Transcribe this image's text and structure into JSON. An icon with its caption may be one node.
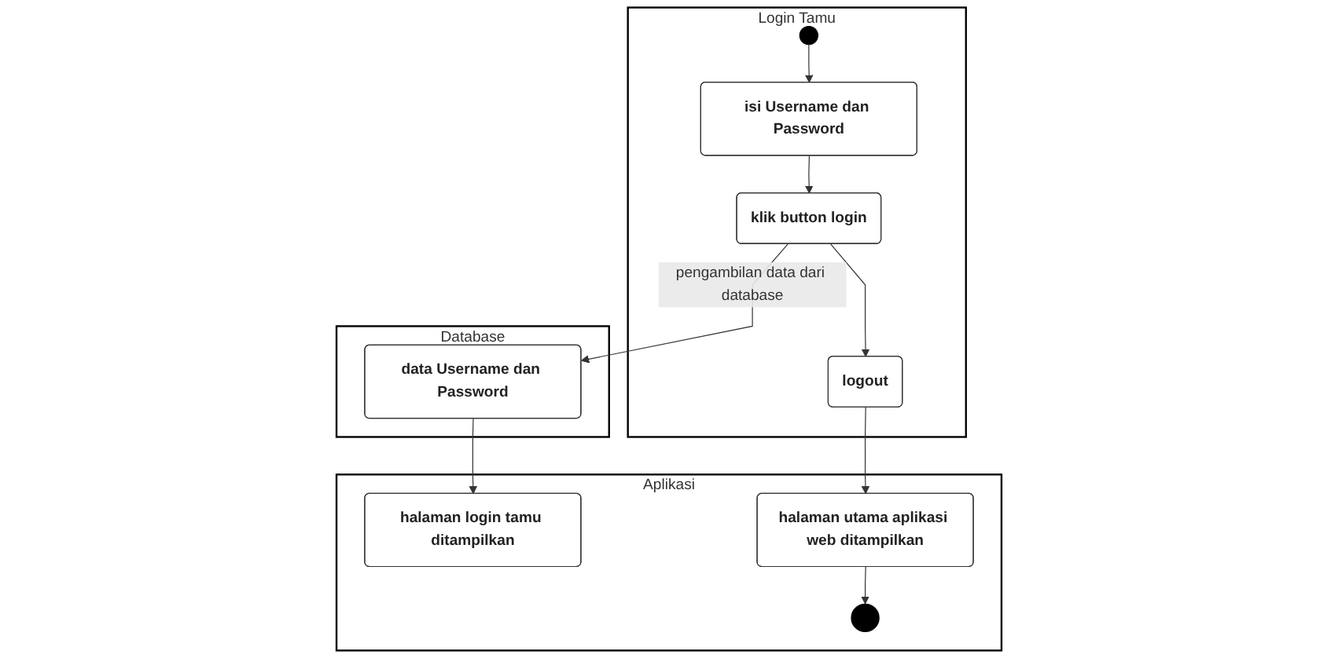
{
  "diagram": {
    "nodes": [
      {
        "text": [
          "Login Tamu"
        ]
      },
      {
        "text": [
          "Aplikasi"
        ]
      },
      {
        "text": [
          "Database"
        ]
      },
      {
        "text": [],
        "shape": "circle",
        "in": 0
      },
      {
        "text": [
          "isi Username dan Password"
        ],
        "in": 0
      },
      {
        "text": [
          "klik button login"
        ],
        "in": 0
      },
      {
        "text": [
          "data Username dan Password"
        ],
        "in": 2
      },
      {
        "text": [
          "halaman login tamu ditampilkan"
        ],
        "in": 1
      },
      {
        "text": [
          "logout"
        ],
        "in": 0
      },
      {
        "text": [
          "halaman utama aplikasi web ditampilkan"
        ],
        "in": 1
      },
      {
        "text": [],
        "shape": "circle",
        "in": 1
      }
    ],
    "edges": [
      {
        "from": 3,
        "to": 4,
        "arrow": "to"
      },
      {
        "from": 4,
        "to": 5,
        "arrow": "to"
      },
      {
        "from": 5,
        "to": 6,
        "arrow": "to",
        "label": "pengambilan data dari database"
      },
      {
        "from": 6,
        "to": 7,
        "arrow": "to"
      },
      {
        "from": 5,
        "to": 8,
        "arrow": "to"
      },
      {
        "from": 8,
        "to": 9,
        "arrow": "to"
      },
      {
        "from": 9,
        "to": 10,
        "arrow": "to"
      }
    ]
  }
}
